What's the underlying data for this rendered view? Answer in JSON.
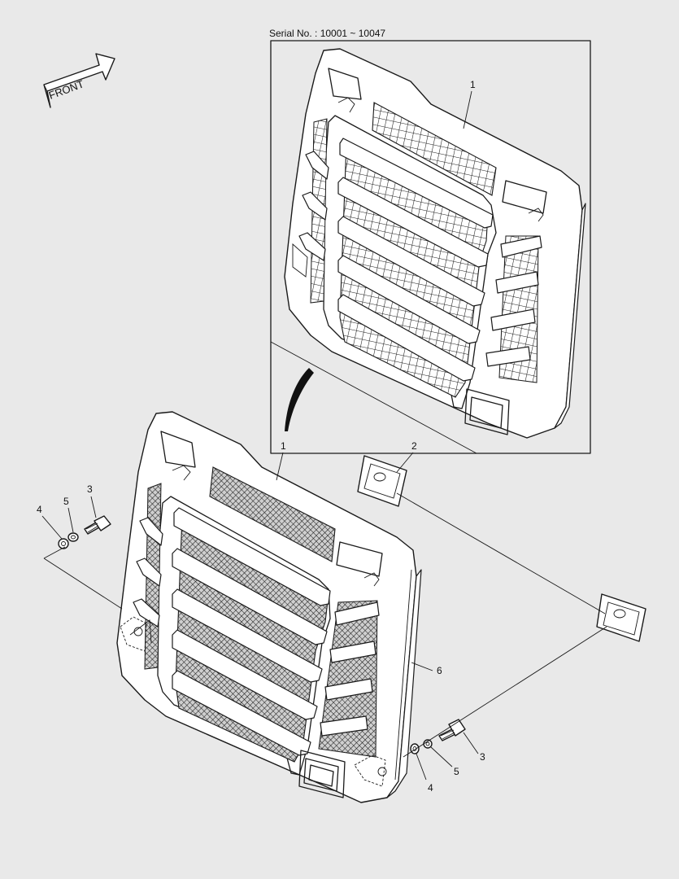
{
  "serial_label": "Serial No. : 10001 ~ 10047",
  "front_label": "FRONT",
  "callouts": {
    "inset_grille": "1",
    "main_grille": "1",
    "emblem": "2",
    "bolt_left": "3",
    "nut_left": "5",
    "washer_left": "4",
    "seal_strip": "6",
    "bolt_right": "3",
    "nut_right": "5",
    "washer_right": "4"
  }
}
